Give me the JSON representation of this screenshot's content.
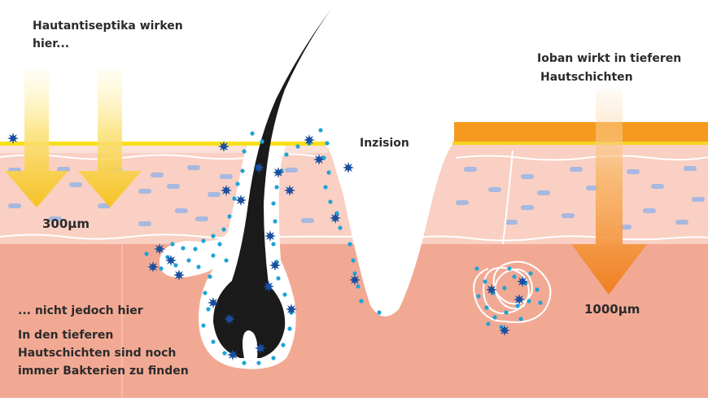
{
  "labels": {
    "antiseptics_line1": "Hautantiseptika wirken",
    "antiseptics_line2": "hier...",
    "ioban_line1": "Ioban wirkt in tieferen",
    "ioban_line2": "Hautschichten",
    "incision": "Inzision",
    "depth_300": "300µm",
    "depth_1000": "1000µm",
    "not_here": "... nicht jedoch hier",
    "deep_line1": "In den tieferen",
    "deep_line2": "Hautschichten sind noch",
    "deep_line3": "immer Bakterien zu finden"
  },
  "colors": {
    "deep_tissue": "#f2a994",
    "upper_tissue": "#f9d0c3",
    "epidermis_band": "#fbe1d7",
    "cell_blue": "#a8b8e0",
    "antiseptic_yellow": "#f7d23a",
    "ioban_orange": "#f59a1e",
    "hair": "#1a1a1a",
    "bacteria_dot": "#1fa3d6",
    "bacteria_star": "#1a4fa0"
  }
}
